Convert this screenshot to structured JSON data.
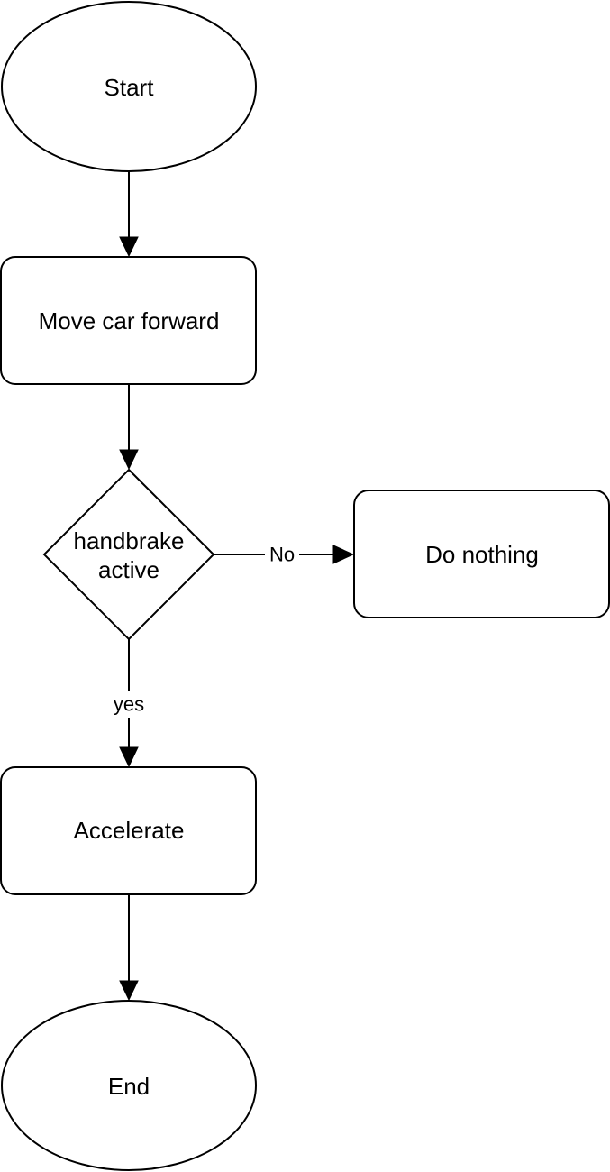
{
  "nodes": {
    "start": {
      "label": "Start"
    },
    "move_car_forward": {
      "label": "Move car forward"
    },
    "handbrake_active": {
      "line1": "handbrake",
      "line2": "active"
    },
    "do_nothing": {
      "label": "Do nothing"
    },
    "accelerate": {
      "label": "Accelerate"
    },
    "end": {
      "label": "End"
    }
  },
  "edges": {
    "no_label": "No",
    "yes_label": "yes"
  },
  "colors": {
    "stroke": "#000000",
    "fill": "#ffffff",
    "text": "#000000"
  }
}
